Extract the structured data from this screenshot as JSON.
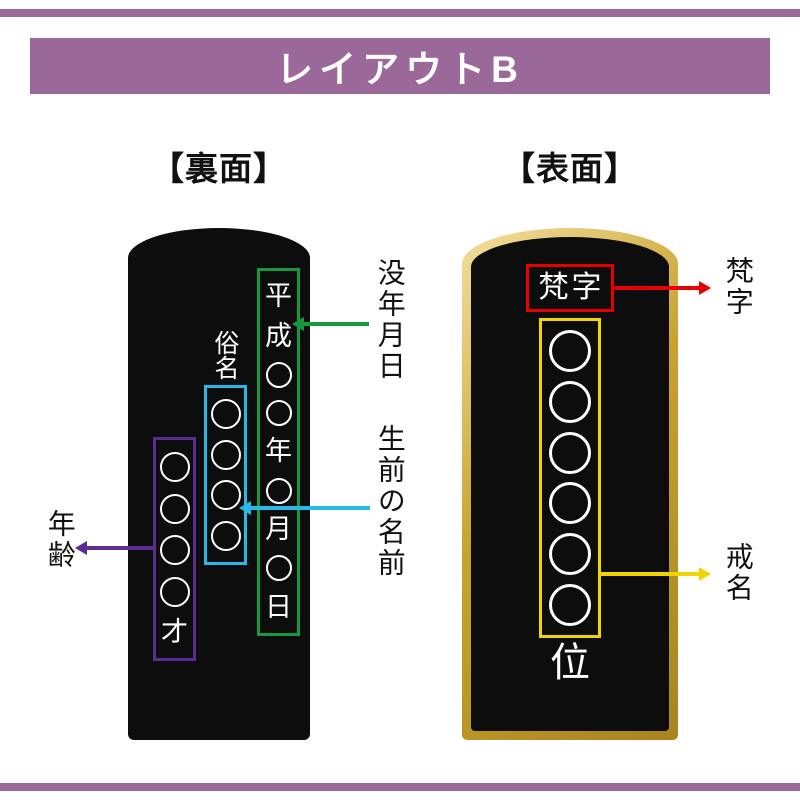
{
  "banner": {
    "title": "レイアウトB"
  },
  "back": {
    "heading": "【裏面】",
    "date_column": [
      "平",
      "成",
      "◯",
      "◯",
      "年",
      "◯",
      "月",
      "◯",
      "日"
    ],
    "zokumyo_label": "俗名",
    "zokumyo_column": [
      "◯",
      "◯",
      "◯",
      "◯"
    ],
    "age_column": [
      "◯",
      "◯",
      "◯",
      "◯",
      "才"
    ],
    "labels": {
      "date": "没年月日",
      "name": "生前の名前",
      "age": "年齢"
    }
  },
  "front": {
    "heading": "【表面】",
    "bonji": "梵字",
    "kaimyo_column": [
      "◯",
      "◯",
      "◯",
      "◯",
      "◯",
      "◯"
    ],
    "kurai": "位",
    "labels": {
      "bonji": "梵字",
      "kaimyo": "戒名"
    }
  },
  "colors": {
    "accent_purple": "#9a699a",
    "tablet_black": "#0d0d0d",
    "tablet_text": "#ffffff",
    "label_text": "#111111",
    "gold_light": "#f3e0a0",
    "gold_mid": "#c9a22e",
    "gold_dark": "#a8841f",
    "box_green": "#17983f",
    "box_cyan": "#29b9e8",
    "box_purple": "#5a2d91",
    "box_red": "#e60000",
    "box_yellow": "#f2d500"
  }
}
